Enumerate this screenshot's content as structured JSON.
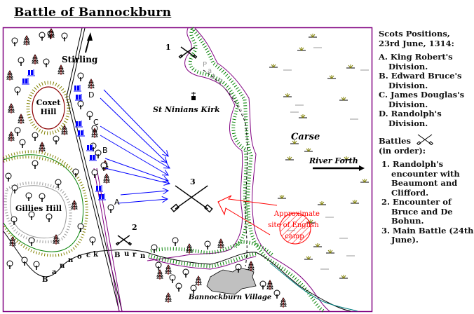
{
  "title": "Battle of Bannockburn",
  "map": {
    "labels": {
      "stirling": "Stirling",
      "coxet_hill": [
        "Coxet",
        "Hill"
      ],
      "gillies_hill": "Gillies Hill",
      "st_ninians_kirk": "St Ninians Kirk",
      "carse": "Carse",
      "river_forth": "River Forth",
      "path": [
        "P",
        "a",
        "t",
        "h"
      ],
      "bannock_burn": [
        "B",
        "a",
        "n",
        "n",
        "o",
        "c",
        "k",
        "B",
        "u",
        "r",
        "n"
      ],
      "bannockburn_village": "Bannockburn Village",
      "english_camp": [
        "Approximate",
        "site of English",
        "camp"
      ]
    },
    "divisions": [
      "A",
      "B",
      "C",
      "D"
    ],
    "battles": [
      "1",
      "2",
      "3"
    ],
    "colors": {
      "border": "#800080",
      "scots": "#0000ff",
      "english": "#ff0000",
      "hill_brown": "#8b0000",
      "hachure": "#808000",
      "bank_green": "#008000",
      "village": "#c0c0c0"
    }
  },
  "legend": {
    "heading": [
      "Scots Positions,",
      "23rd June, 1314:"
    ],
    "divisions": [
      "A. King Robert's Division.",
      "B. Edward Bruce's Division.",
      "C. James Douglas's Division.",
      "D. Randolph's Division."
    ],
    "battles_heading": [
      "Battles",
      "(in order):"
    ],
    "battles": [
      "1. Randolph's encounter with Beaumont and Clifford.",
      "2. Encounter of Bruce and De Bohun.",
      "3. Main Battle (24th June)."
    ]
  }
}
